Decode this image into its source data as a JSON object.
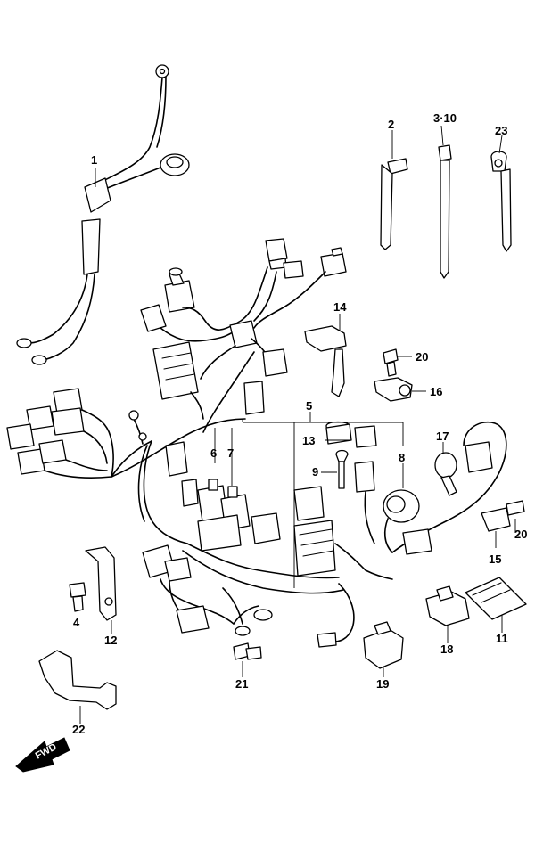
{
  "callouts": [
    {
      "id": "c1",
      "text": "1"
    },
    {
      "id": "c2",
      "text": "2"
    },
    {
      "id": "c3_10",
      "text": "3·10"
    },
    {
      "id": "c23",
      "text": "23"
    },
    {
      "id": "c14",
      "text": "14"
    },
    {
      "id": "c20a",
      "text": "20"
    },
    {
      "id": "c16",
      "text": "16"
    },
    {
      "id": "c5",
      "text": "5"
    },
    {
      "id": "c6",
      "text": "6"
    },
    {
      "id": "c7",
      "text": "7"
    },
    {
      "id": "c13",
      "text": "13"
    },
    {
      "id": "c8",
      "text": "8"
    },
    {
      "id": "c17",
      "text": "17"
    },
    {
      "id": "c9",
      "text": "9"
    },
    {
      "id": "c20b",
      "text": "20"
    },
    {
      "id": "c15",
      "text": "15"
    },
    {
      "id": "c4",
      "text": "4"
    },
    {
      "id": "c12",
      "text": "12"
    },
    {
      "id": "c18",
      "text": "18"
    },
    {
      "id": "c11",
      "text": "11"
    },
    {
      "id": "c21",
      "text": "21"
    },
    {
      "id": "c19",
      "text": "19"
    },
    {
      "id": "c22",
      "text": "22"
    }
  ],
  "direction_marker": {
    "text": "FWD"
  }
}
